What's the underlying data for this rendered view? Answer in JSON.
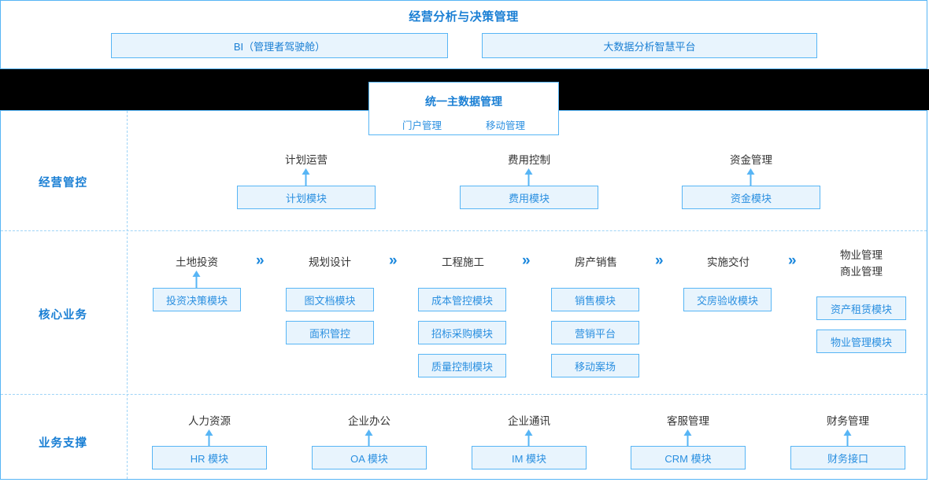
{
  "analysis": {
    "title": "经营分析与决策管理",
    "boxes": [
      {
        "label": "BI（管理者驾驶舱）"
      },
      {
        "label": "大数据分析智慧平台"
      }
    ]
  },
  "master_data": {
    "title": "统一主数据管理",
    "subs": [
      {
        "label": "门户管理"
      },
      {
        "label": "移动管理"
      }
    ]
  },
  "rows": {
    "management": {
      "label": "经营管控"
    },
    "core": {
      "label": "核心业务"
    },
    "support": {
      "label": "业务支撑"
    }
  },
  "management_columns": [
    {
      "caption": "计划运营",
      "modules": [
        {
          "label": "计划模块"
        }
      ]
    },
    {
      "caption": "费用控制",
      "modules": [
        {
          "label": "费用模块"
        }
      ]
    },
    {
      "caption": "资金管理",
      "modules": [
        {
          "label": "资金模块"
        }
      ]
    }
  ],
  "core_columns": [
    {
      "caption": "土地投资",
      "modules": [
        {
          "label": "投资决策模块"
        }
      ]
    },
    {
      "caption": "规划设计",
      "modules": [
        {
          "label": "图文档模块"
        },
        {
          "label": "面积管控"
        }
      ]
    },
    {
      "caption": "工程施工",
      "modules": [
        {
          "label": "成本管控模块"
        },
        {
          "label": "招标采购模块"
        },
        {
          "label": "质量控制模块"
        }
      ]
    },
    {
      "caption": "房产销售",
      "modules": [
        {
          "label": "销售模块"
        },
        {
          "label": "营销平台"
        },
        {
          "label": "移动案场"
        }
      ]
    },
    {
      "caption": "实施交付",
      "modules": [
        {
          "label": "交房验收模块"
        }
      ]
    },
    {
      "caption": "物业管理",
      "caption2": "商业管理",
      "modules": [
        {
          "label": "资产租赁模块"
        },
        {
          "label": "物业管理模块"
        }
      ]
    }
  ],
  "core_separators": [
    {
      "glyph": "»"
    },
    {
      "glyph": "»"
    },
    {
      "glyph": "»"
    },
    {
      "glyph": "»"
    },
    {
      "glyph": "»"
    }
  ],
  "support_columns": [
    {
      "caption": "人力资源",
      "modules": [
        {
          "label": "HR 模块"
        }
      ]
    },
    {
      "caption": "企业办公",
      "modules": [
        {
          "label": "OA 模块"
        }
      ]
    },
    {
      "caption": "企业通讯",
      "modules": [
        {
          "label": "IM 模块"
        }
      ]
    },
    {
      "caption": "客服管理",
      "modules": [
        {
          "label": "CRM 模块"
        }
      ]
    },
    {
      "caption": "财务管理",
      "modules": [
        {
          "label": "财务接口"
        }
      ]
    }
  ],
  "colors": {
    "accent": "#1a7fd4",
    "box_border": "#57b5f5",
    "box_fill": "#e8f4fd",
    "box_text": "#2a8fe0",
    "caption_text": "#333333",
    "dashed": "#9fd4f7",
    "band": "#000000"
  }
}
